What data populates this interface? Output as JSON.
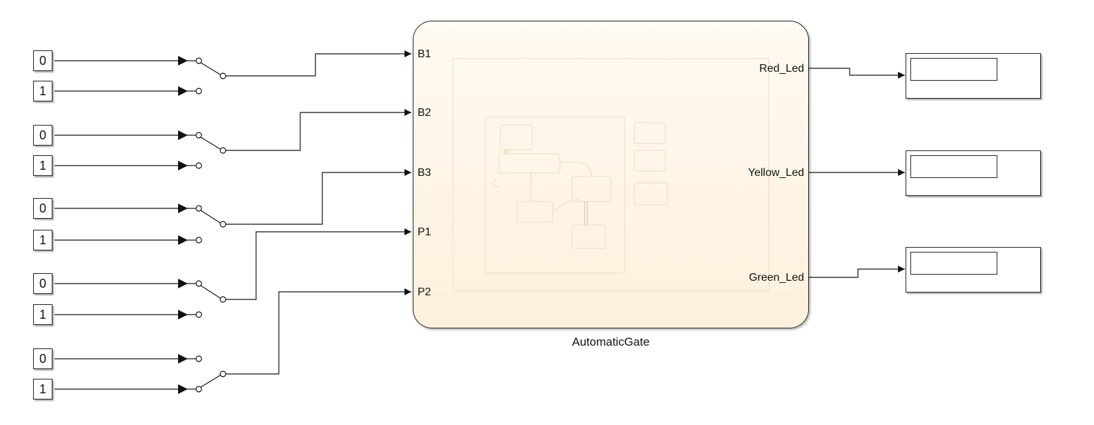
{
  "constants": [
    {
      "id": "c1",
      "value": "0"
    },
    {
      "id": "c2",
      "value": "1"
    },
    {
      "id": "c3",
      "value": "0"
    },
    {
      "id": "c4",
      "value": "1"
    },
    {
      "id": "c5",
      "value": "0"
    },
    {
      "id": "c6",
      "value": "1"
    },
    {
      "id": "c7",
      "value": "0"
    },
    {
      "id": "c8",
      "value": "1"
    },
    {
      "id": "c9",
      "value": "0"
    },
    {
      "id": "c10",
      "value": "1"
    }
  ],
  "chart_block": {
    "name": "AutomaticGate",
    "inputs": [
      "B1",
      "B2",
      "B3",
      "P1",
      "P2"
    ],
    "outputs": [
      "Red_Led",
      "Yellow_Led",
      "Green_Led"
    ]
  },
  "colors": {
    "wire": "#111111",
    "chart_fill_top": "#fffaf2",
    "chart_fill_bottom": "#fdf0dc",
    "chart_inner_stroke": "#ecdcc2"
  }
}
